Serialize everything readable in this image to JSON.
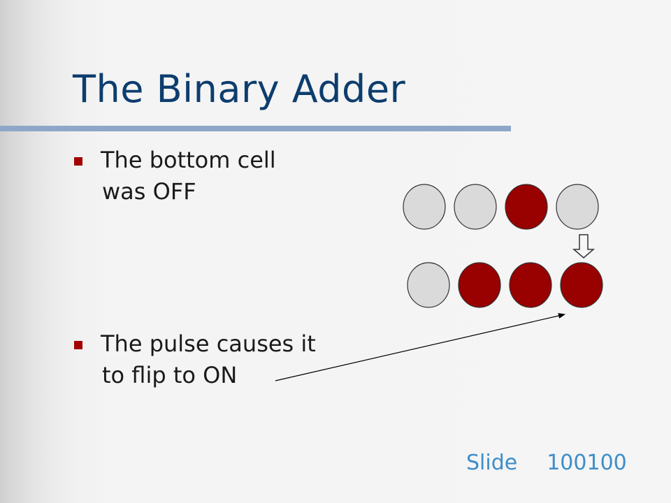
{
  "slide": {
    "title": "The Binary Adder",
    "bullets": [
      {
        "lines": [
          "The bottom cell",
          "was OFF"
        ]
      },
      {
        "lines": [
          "The pulse causes it",
          "to flip to ON"
        ]
      }
    ],
    "footer": {
      "label": "Slide",
      "number": "100100"
    }
  },
  "diagram": {
    "top_row": [
      false,
      false,
      true,
      false
    ],
    "bottom_row": [
      false,
      true,
      true,
      true
    ],
    "colors": {
      "on": "#990000",
      "off": "#dadada",
      "stroke": "#333333"
    }
  }
}
